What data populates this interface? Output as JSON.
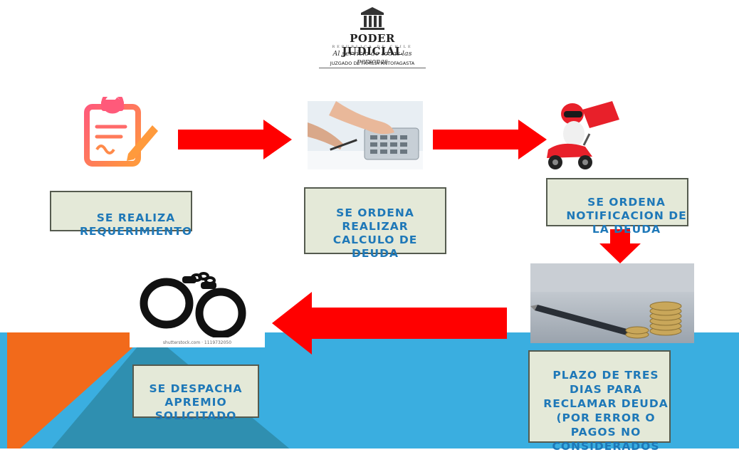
{
  "logo": {
    "title": "PODER JUDICIAL",
    "country": "REPUBLICA DE CHILE",
    "motto": "Al servicio de todas las personas",
    "court": "JUZGADO DE FAMILIA ANTOFAGASTA"
  },
  "steps": [
    {
      "id": "requerimiento",
      "label": "SE REALIZA\nREQUERIMIENTO",
      "icon": "clipboard-checklist-icon"
    },
    {
      "id": "calculo",
      "label": "SE ORDENA\nREALIZAR\nCALCULO DE\nDEUDA",
      "icon": "calculator-hands-photo"
    },
    {
      "id": "notificacion",
      "label": "SE ORDENA\nNOTIFICACION DE\nLA DEUDA",
      "icon": "courier-scooter-icon"
    },
    {
      "id": "plazo",
      "label": "PLAZO DE TRES\nDIAS PARA\nRECLAMAR DEUDA\n(POR ERROR O\nPAGOS NO\nCONSIDERADOS",
      "icon": "coins-pen-photo"
    },
    {
      "id": "apremio",
      "label": "SE DESPACHA\nAPREMIO\nSOLICITADO",
      "icon": "handcuffs-icon"
    }
  ],
  "watermark": "shutterstock.com · 1119732050",
  "colors": {
    "arrow": "#ff0000",
    "label_text": "#1e78b8",
    "label_bg": "#e4e9d8",
    "label_border": "#555b4f",
    "footer_blue": "#3aaee0",
    "footer_orange": "#f26a1b",
    "footer_teal": "#2f8fb0"
  }
}
